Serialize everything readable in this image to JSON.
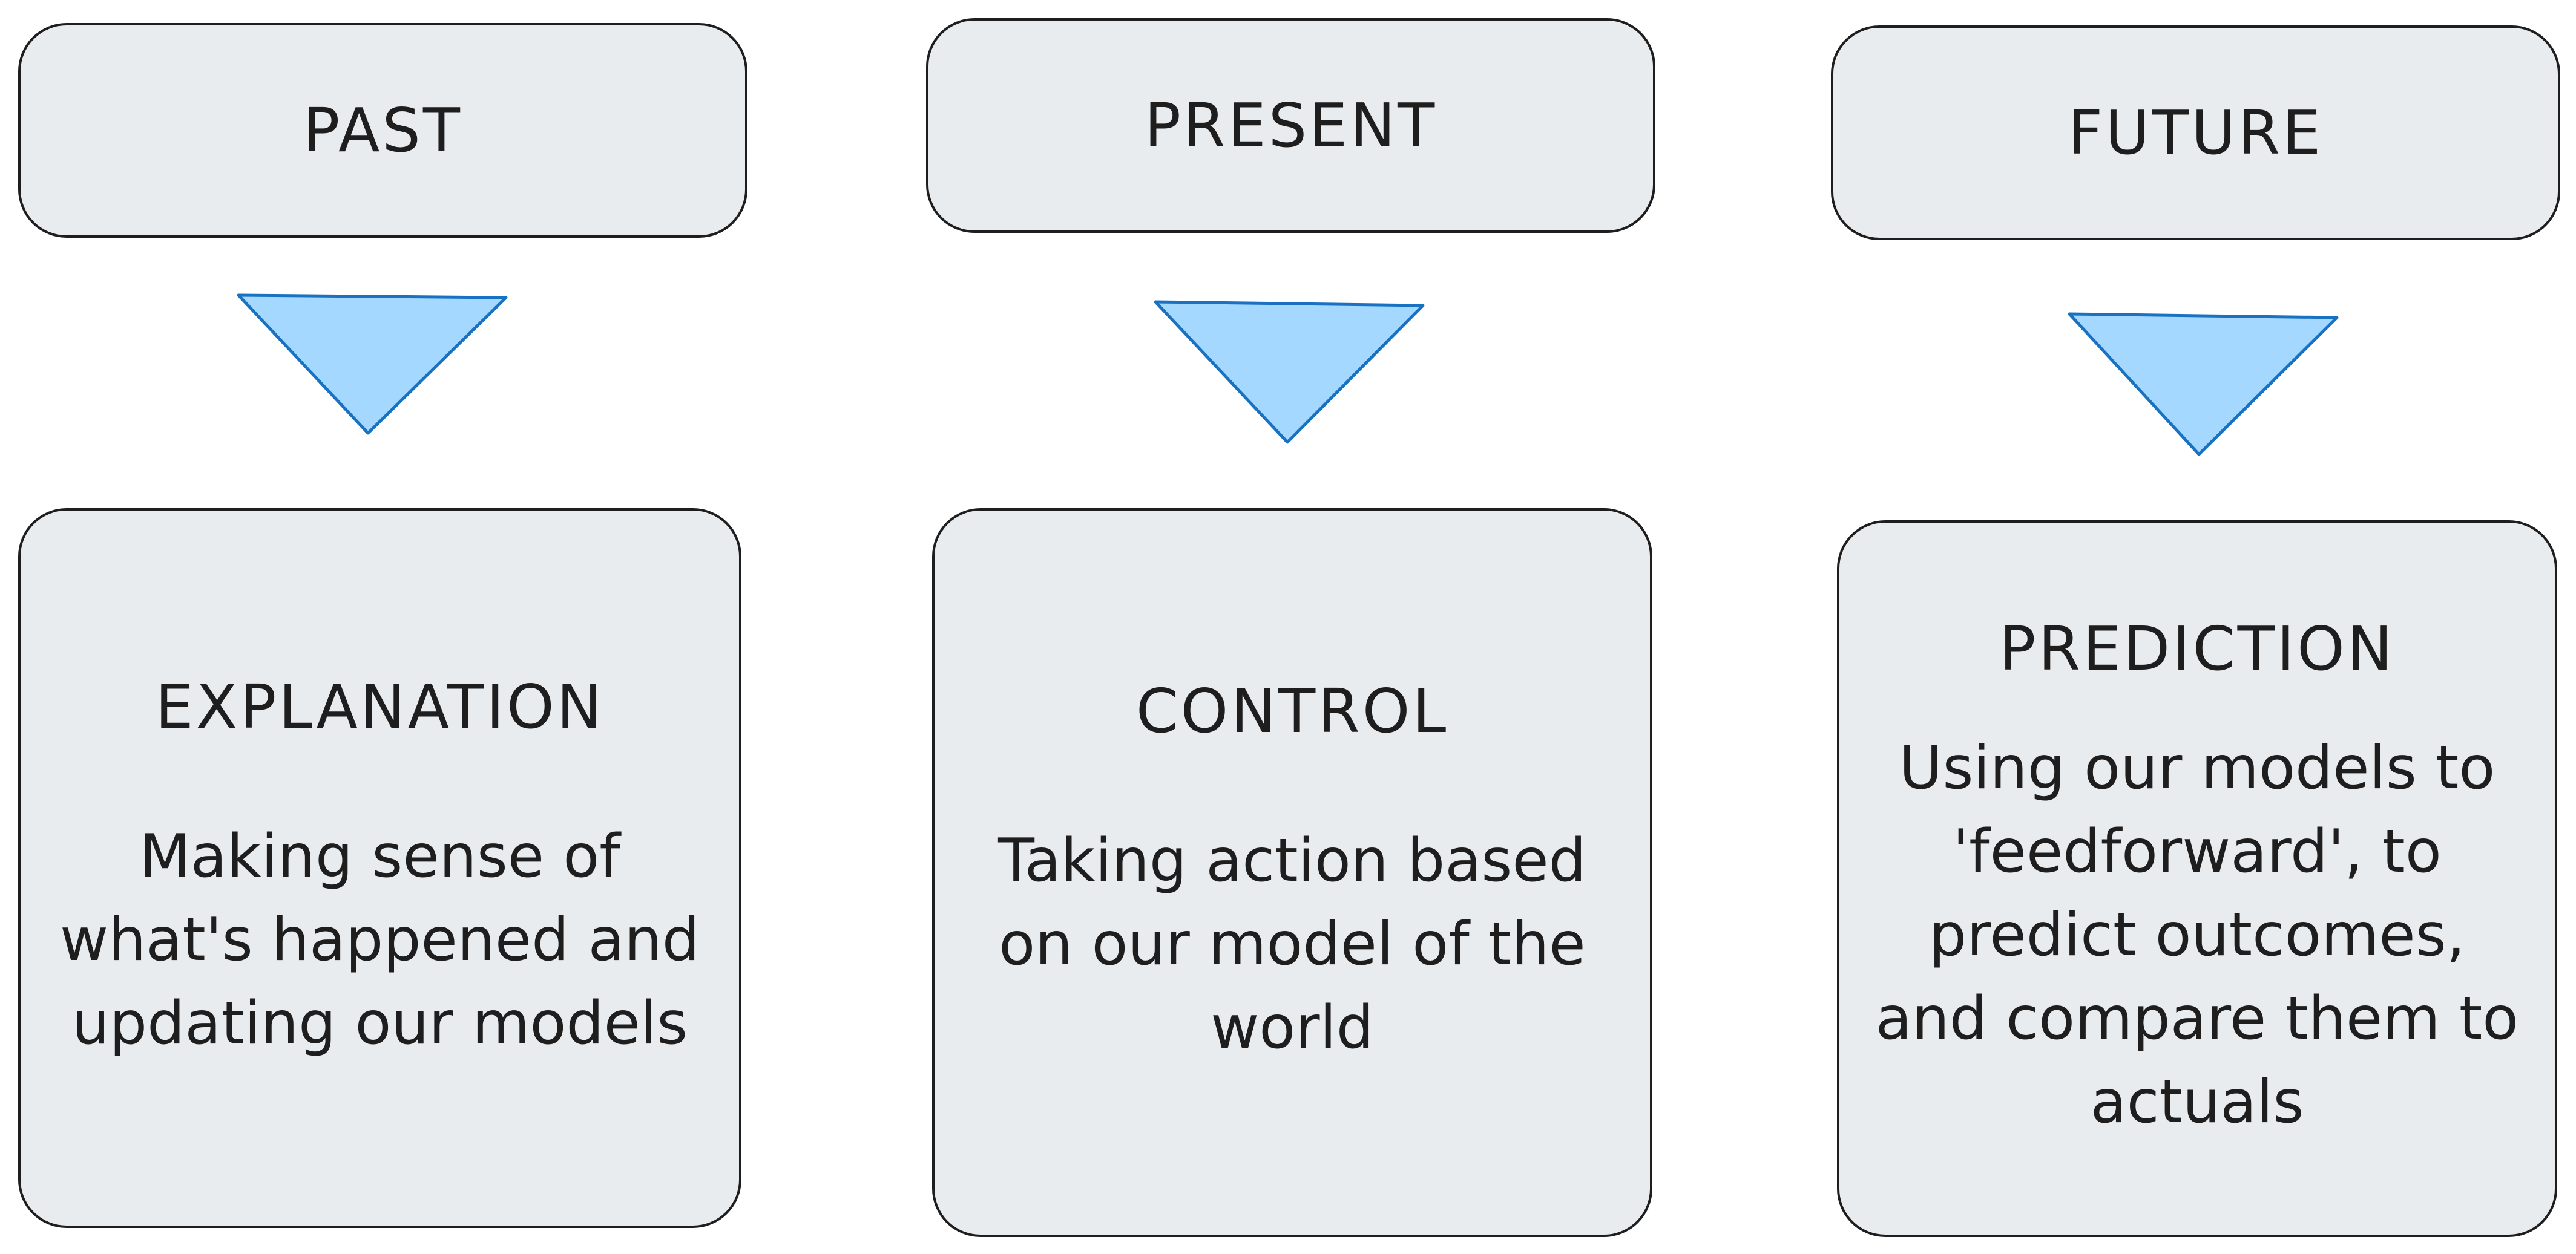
{
  "columns": [
    {
      "header": "PAST",
      "title": "EXPLANATION",
      "body": [
        "Making sense of",
        "what's happened and",
        "updating our models"
      ]
    },
    {
      "header": "PRESENT",
      "title": "CONTROL",
      "body": [
        "Taking action based",
        "on our model of the",
        "world"
      ]
    },
    {
      "header": "FUTURE",
      "title": "PREDICTION",
      "body": [
        "Using our models to",
        "'feedforward', to",
        "predict outcomes,",
        "and compare them to",
        "actuals"
      ]
    }
  ],
  "colors": {
    "box_fill": "#e9ecef",
    "box_stroke": "#1e1e1e",
    "arrow_fill": "#a5d8ff",
    "arrow_stroke": "#1971c2"
  }
}
